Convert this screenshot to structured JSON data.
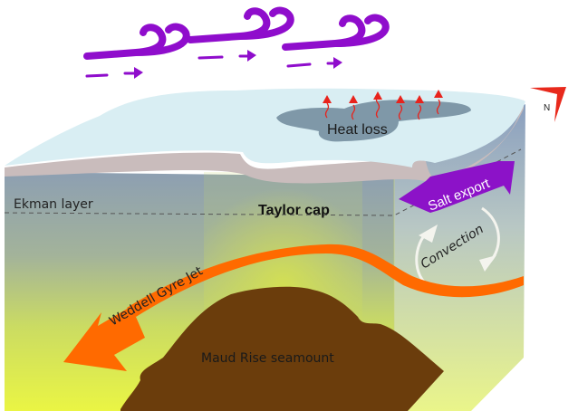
{
  "diagram": {
    "title": "Maud Rise Taylor cap schematic",
    "labels": {
      "heat_loss": "Heat loss",
      "ekman_layer": "Ekman layer",
      "taylor_cap": "Taylor cap",
      "salt_export": "Salt export",
      "convection": "Convection",
      "weddell_gyre_jet": "Weddell Gyre Jet",
      "seamount": "Maud Rise seamount",
      "north": "N"
    },
    "wind_symbols": 3,
    "heat_arrows": 6,
    "colors": {
      "wind": "#8f0dcc",
      "sea_ice": "#d9eef3",
      "ice_underside": "#c9bcbc",
      "polynya": "#7f98a8",
      "heat_arrow": "#e8231c",
      "salt_arrow": "#8c12c8",
      "jet": "#ff6a00",
      "seamount": "#6b3d0c",
      "water_top": "#8fa1b3",
      "water_bottom": "#e8f246",
      "compass": "#e8291c"
    }
  }
}
